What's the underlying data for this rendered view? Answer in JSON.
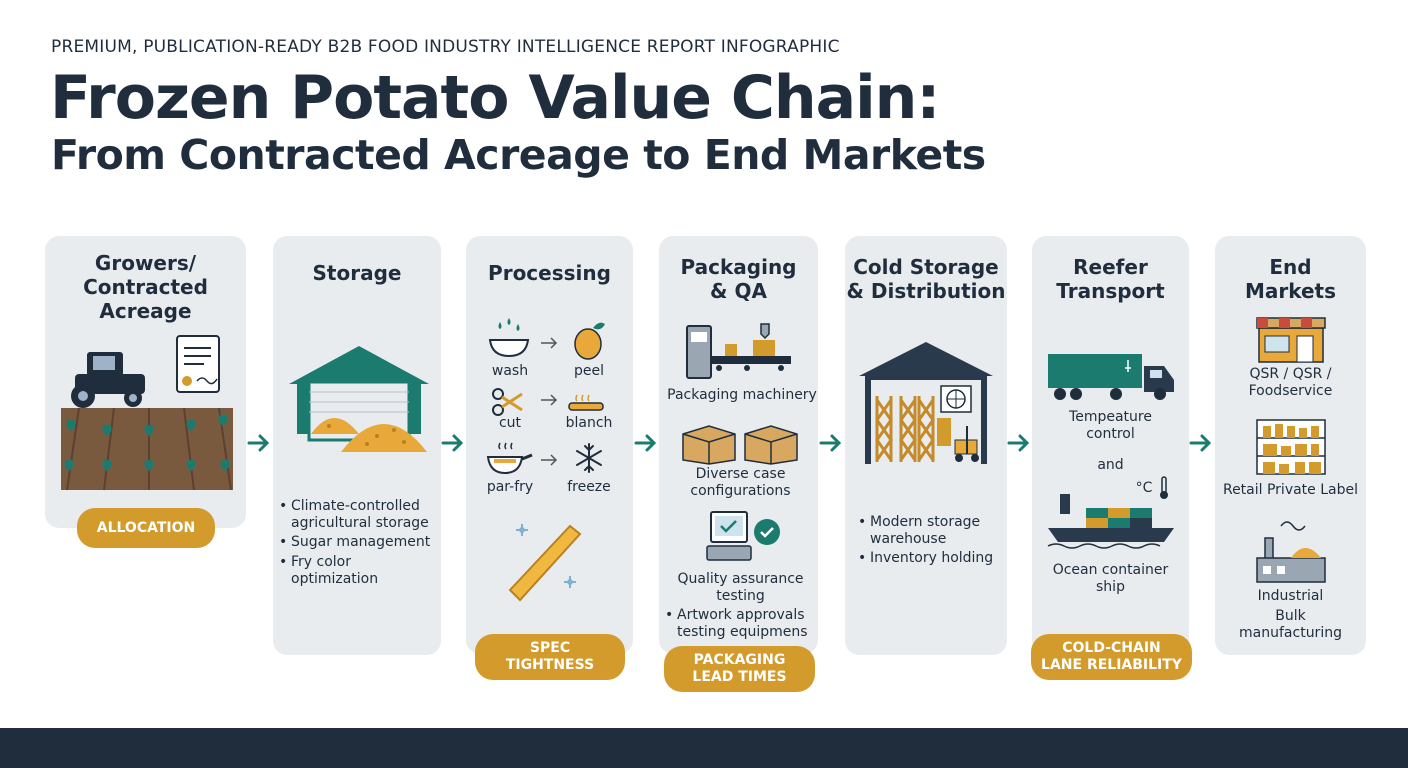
{
  "header": {
    "kicker": "PREMIUM, PUBLICATION-READY B2B FOOD INDUSTRY INTELLIGENCE REPORT INFOGRAPHIC",
    "title_line1": "Frozen Potato Value Chain:",
    "title_line2": "From Contracted Acreage to End Markets"
  },
  "colors": {
    "navy": "#1f2d3d",
    "teal": "#1b7b6e",
    "gold": "#d39b2c",
    "card": "#e9ecef"
  },
  "stages": {
    "growers": {
      "title": "Growers/\nContracted\nAcreage",
      "pill": "ALLOCATION"
    },
    "storage": {
      "title": "Storage",
      "bullets": [
        "Climate-controlled\nagricultural storage",
        "Sugar management",
        "Fry color optimization"
      ]
    },
    "processing": {
      "title": "Processing",
      "steps": [
        "wash",
        "peel",
        "cut",
        "blanch",
        "par-fry",
        "freeze"
      ],
      "pill": "SPEC\nTIGHTNESS"
    },
    "packaging": {
      "title": "Packaging\n& QA",
      "machinery": "Packaging machinery",
      "cases": "Diverse case\nconfigurations",
      "qa": "Quality assurance\ntesting",
      "bullet": "Artwork approvals\ntesting equipmens",
      "pill": "PACKAGING\nLEAD TIMES"
    },
    "cold": {
      "title": "Cold Storage\n& Distribution",
      "bullets": [
        "Modern storage\nwarehouse",
        "Inventory holding"
      ]
    },
    "reefer": {
      "title": "Reefer\nTransport",
      "temp": "Tempeature\ncontrol",
      "and": "and",
      "celsius": "°C",
      "ship": "Ocean container\nship",
      "pill": "COLD-CHAIN\nLANE RELIABILITY"
    },
    "markets": {
      "title": "End\nMarkets",
      "qsr": "QSR / QSR /\nFoodservice",
      "retail": "Retail Private Label",
      "industrial": "Industrial",
      "bulk": "Bulk\nmanufacturing"
    }
  }
}
